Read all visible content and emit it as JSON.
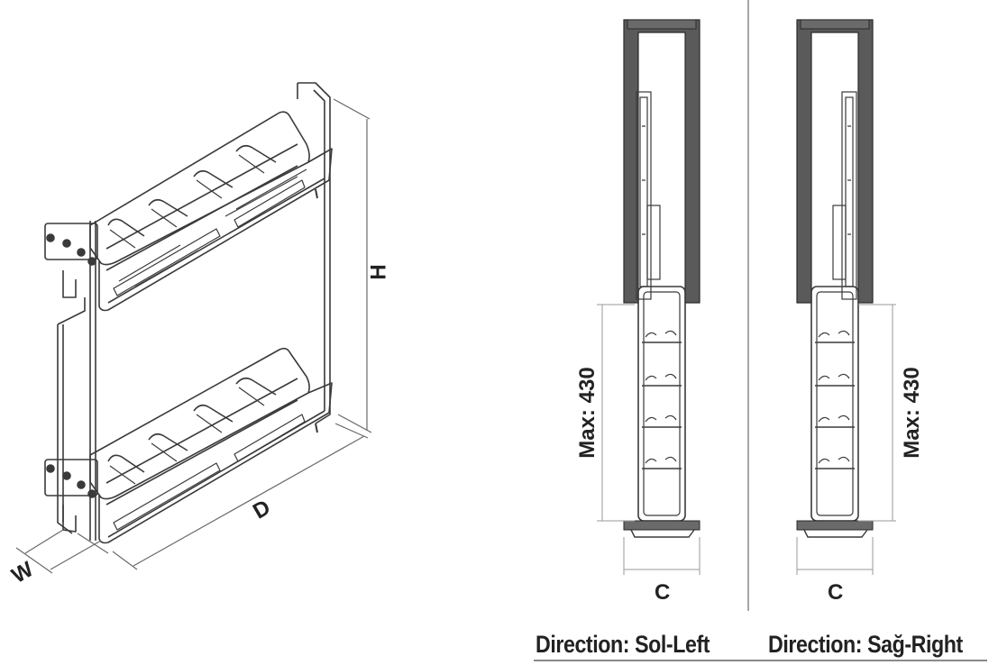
{
  "dimension_labels": {
    "height": "H",
    "depth": "D",
    "width": "W",
    "cabinet_width_left": "C",
    "cabinet_width_right": "C",
    "travel_left": "Max: 430",
    "travel_right": "Max: 430"
  },
  "captions": {
    "left_direction": "Direction: Sol-Left",
    "right_direction": "Direction: Sağ-Right"
  },
  "colors": {
    "line": "#3a3a3a",
    "cabinet_fill": "#5a5a5a",
    "dimension_line": "#9a9a9a",
    "text": "#222222"
  }
}
